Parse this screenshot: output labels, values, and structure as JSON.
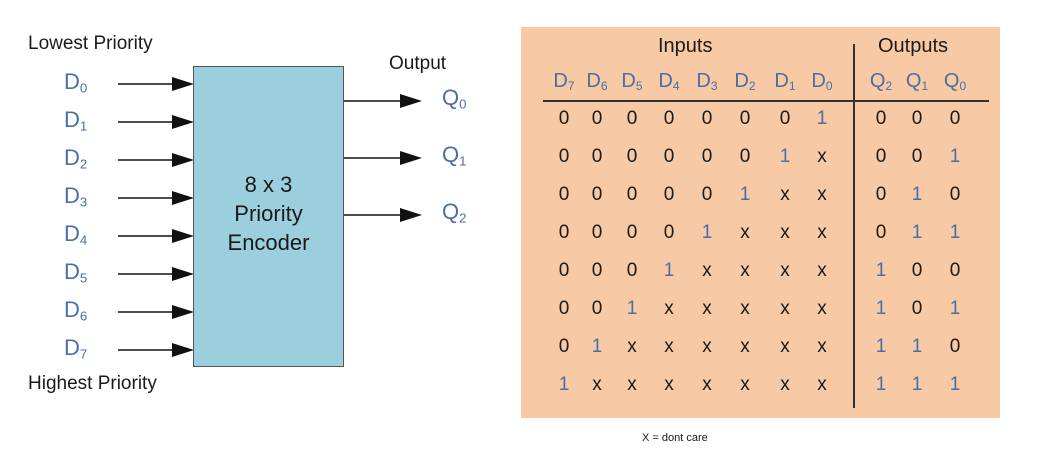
{
  "diagram": {
    "lowest_label": "Lowest Priority",
    "highest_label": "Highest Priority",
    "output_label": "Output",
    "encoder_lines": [
      "8 x 3",
      "Priority",
      "Encoder"
    ],
    "inputs": [
      {
        "base": "D",
        "sub": "0"
      },
      {
        "base": "D",
        "sub": "1"
      },
      {
        "base": "D",
        "sub": "2"
      },
      {
        "base": "D",
        "sub": "3"
      },
      {
        "base": "D",
        "sub": "4"
      },
      {
        "base": "D",
        "sub": "5"
      },
      {
        "base": "D",
        "sub": "6"
      },
      {
        "base": "D",
        "sub": "7"
      }
    ],
    "outputs": [
      {
        "base": "Q",
        "sub": "0"
      },
      {
        "base": "Q",
        "sub": "1"
      },
      {
        "base": "Q",
        "sub": "2"
      }
    ]
  },
  "table": {
    "inputs_heading": "Inputs",
    "outputs_heading": "Outputs",
    "input_columns": [
      {
        "base": "D",
        "sub": "7"
      },
      {
        "base": "D",
        "sub": "6"
      },
      {
        "base": "D",
        "sub": "5"
      },
      {
        "base": "D",
        "sub": "4"
      },
      {
        "base": "D",
        "sub": "3"
      },
      {
        "base": "D",
        "sub": "2"
      },
      {
        "base": "D",
        "sub": "1"
      },
      {
        "base": "D",
        "sub": "0"
      }
    ],
    "output_columns": [
      {
        "base": "Q",
        "sub": "2"
      },
      {
        "base": "Q",
        "sub": "1"
      },
      {
        "base": "Q",
        "sub": "0"
      }
    ],
    "rows": [
      {
        "inputs": [
          "0",
          "0",
          "0",
          "0",
          "0",
          "0",
          "0",
          "1"
        ],
        "outputs": [
          "0",
          "0",
          "0"
        ]
      },
      {
        "inputs": [
          "0",
          "0",
          "0",
          "0",
          "0",
          "0",
          "1",
          "x"
        ],
        "outputs": [
          "0",
          "0",
          "1"
        ]
      },
      {
        "inputs": [
          "0",
          "0",
          "0",
          "0",
          "0",
          "1",
          "x",
          "x"
        ],
        "outputs": [
          "0",
          "1",
          "0"
        ]
      },
      {
        "inputs": [
          "0",
          "0",
          "0",
          "0",
          "1",
          "x",
          "x",
          "x"
        ],
        "outputs": [
          "0",
          "1",
          "1"
        ]
      },
      {
        "inputs": [
          "0",
          "0",
          "0",
          "1",
          "x",
          "x",
          "x",
          "x"
        ],
        "outputs": [
          "1",
          "0",
          "0"
        ]
      },
      {
        "inputs": [
          "0",
          "0",
          "1",
          "x",
          "x",
          "x",
          "x",
          "x"
        ],
        "outputs": [
          "1",
          "0",
          "1"
        ]
      },
      {
        "inputs": [
          "0",
          "1",
          "x",
          "x",
          "x",
          "x",
          "x",
          "x"
        ],
        "outputs": [
          "1",
          "1",
          "0"
        ]
      },
      {
        "inputs": [
          "1",
          "x",
          "x",
          "x",
          "x",
          "x",
          "x",
          "x"
        ],
        "outputs": [
          "1",
          "1",
          "1"
        ]
      }
    ],
    "footnote": "X = dont care"
  },
  "colors": {
    "signal_blue": "#4a6fa5",
    "encoder_fill": "#9ccfdd",
    "table_fill": "#f7c9a4"
  }
}
